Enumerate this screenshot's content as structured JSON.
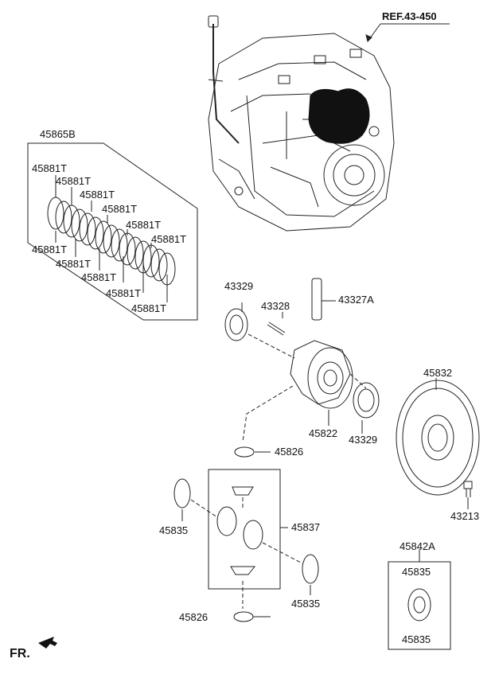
{
  "ref_label": "REF.43-450",
  "fr_label": "FR.",
  "parts": {
    "p45865B": "45865B",
    "p45881T": "45881T",
    "p43329": "43329",
    "p43328": "43328",
    "p43327A": "43327A",
    "p45832": "45832",
    "p45822": "45822",
    "p45826": "45826",
    "p45835": "45835",
    "p45837": "45837",
    "p43213": "43213",
    "p45842A": "45842A"
  },
  "colors": {
    "line": "#222222",
    "fill": "#ffffff",
    "dark": "#111111"
  }
}
